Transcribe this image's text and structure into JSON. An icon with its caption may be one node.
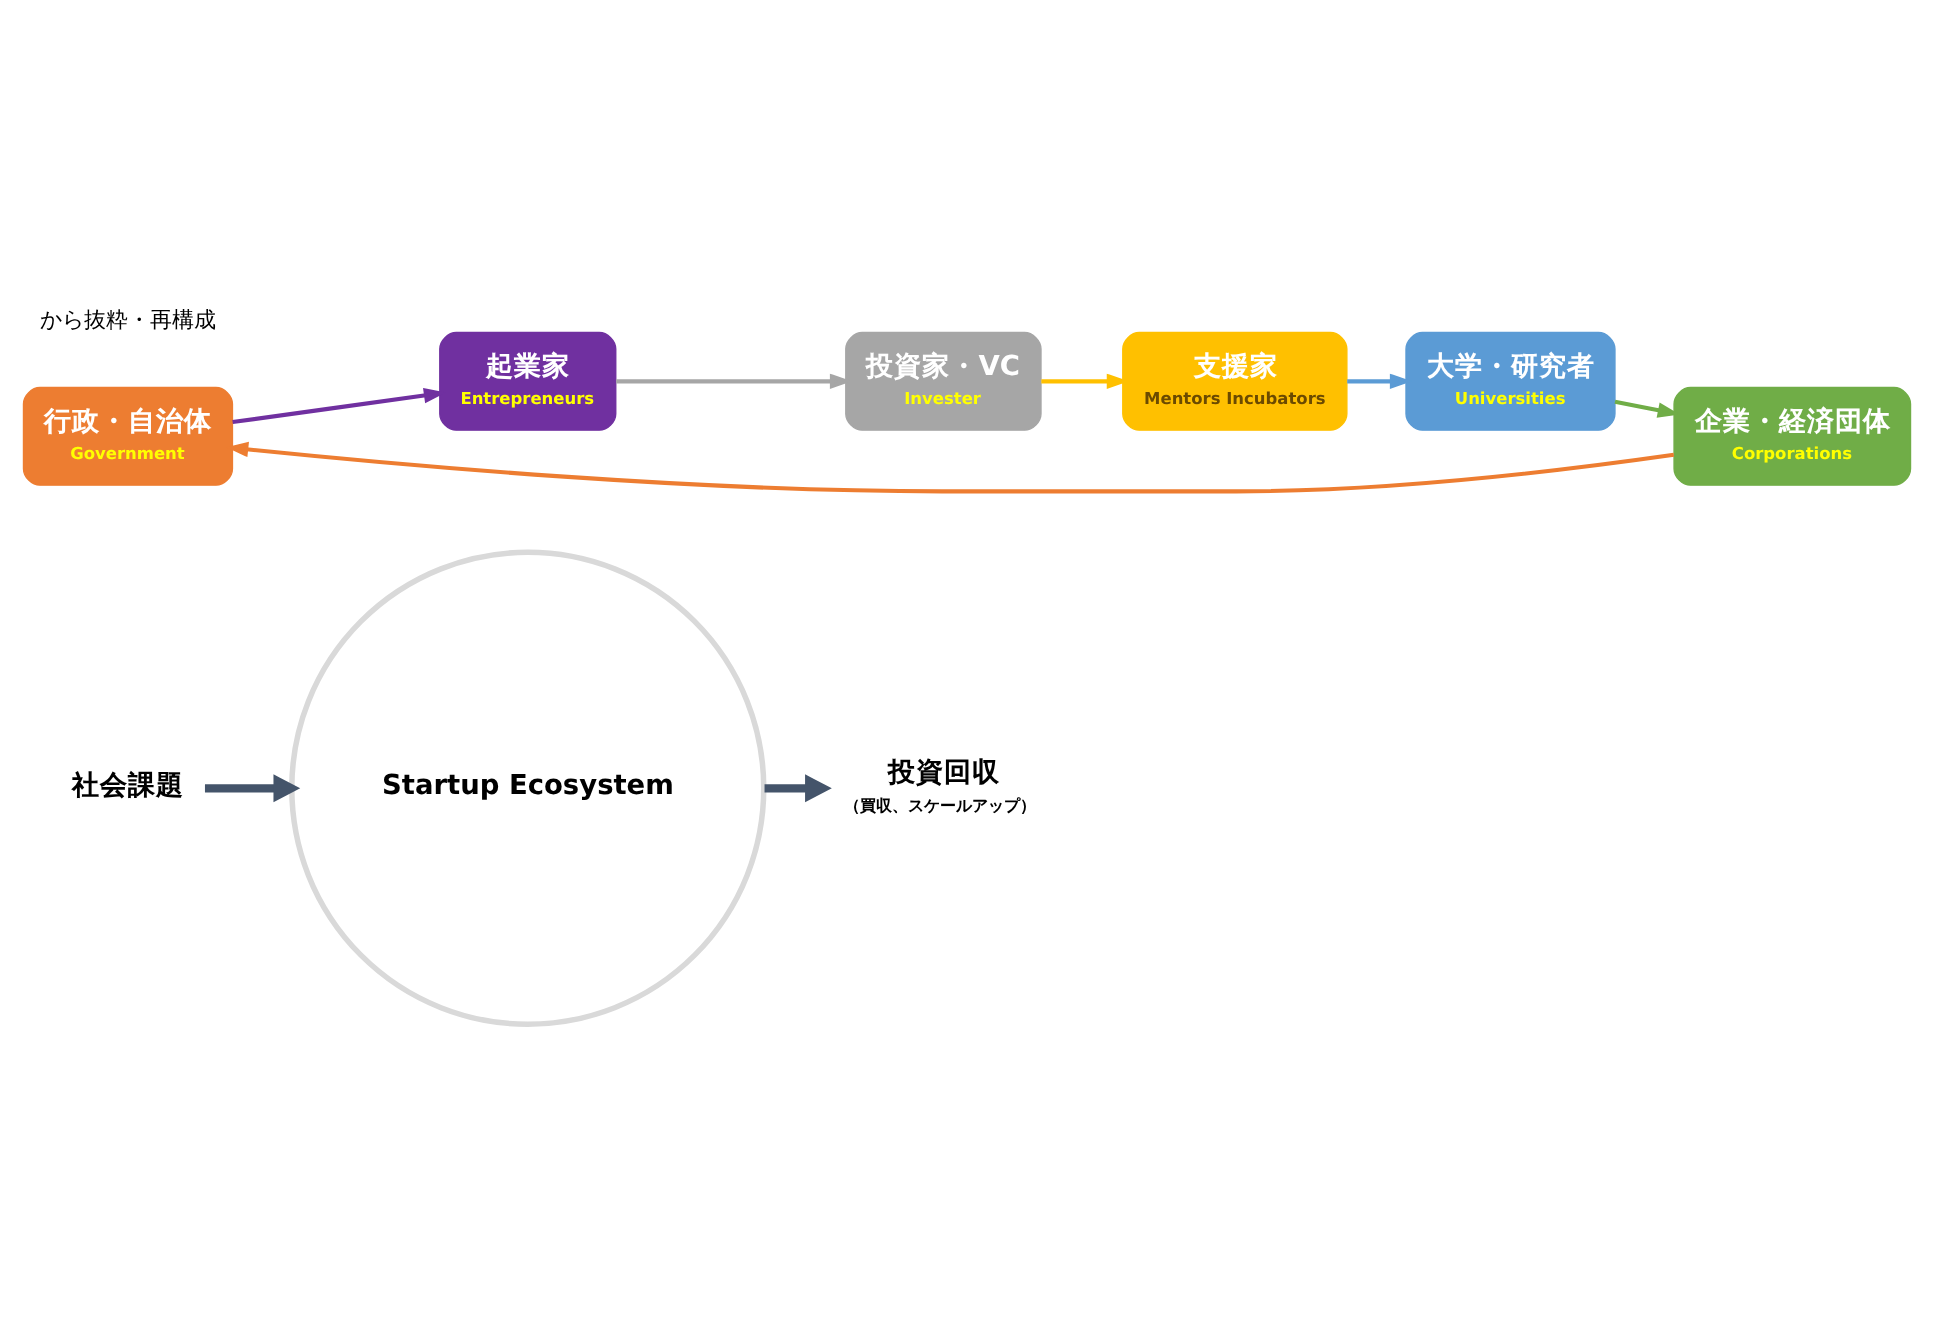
{
  "diagram": {
    "nodes": [
      {
        "text": [
          "Startup Ecosystem"
        ]
      },
      {
        "text": [
          "行政・自治体",
          "Government"
        ]
      },
      {
        "text": [
          "起業家",
          "Entrepreneurs"
        ]
      },
      {
        "text": [
          "投資家・VC",
          "Invester"
        ]
      },
      {
        "text": [
          "支援家",
          "Mentors Incubators"
        ]
      },
      {
        "text": [
          "大学・研究者",
          "Universities"
        ]
      },
      {
        "text": [
          "企業・経済団体",
          "Corporations"
        ]
      },
      {
        "text": [
          "社会課題"
        ]
      },
      {
        "text": [
          "投資回収",
          "（買収、スケールアップ）"
        ]
      }
    ],
    "edges": [
      {
        "from": 1,
        "to": 2,
        "arrow": "to",
        "color": "#7030a0"
      },
      {
        "from": 2,
        "to": 3,
        "arrow": "to",
        "color": "#a6a6a6"
      },
      {
        "from": 3,
        "to": 4,
        "arrow": "to",
        "color": "#ffc000"
      },
      {
        "from": 4,
        "to": 5,
        "arrow": "to",
        "color": "#5b9bd5"
      },
      {
        "from": 5,
        "to": 6,
        "arrow": "to",
        "color": "#70ad47"
      },
      {
        "from": 6,
        "to": 1,
        "arrow": "to",
        "color": "#ed7d31"
      },
      {
        "from": 7,
        "to": 0,
        "arrow": "to",
        "style": "thick",
        "color": "#44546a"
      },
      {
        "from": 0,
        "to": 8,
        "arrow": "to",
        "style": "thick",
        "color": "#44546a"
      }
    ],
    "labels": [
      "から抜粋・再構成"
    ]
  }
}
